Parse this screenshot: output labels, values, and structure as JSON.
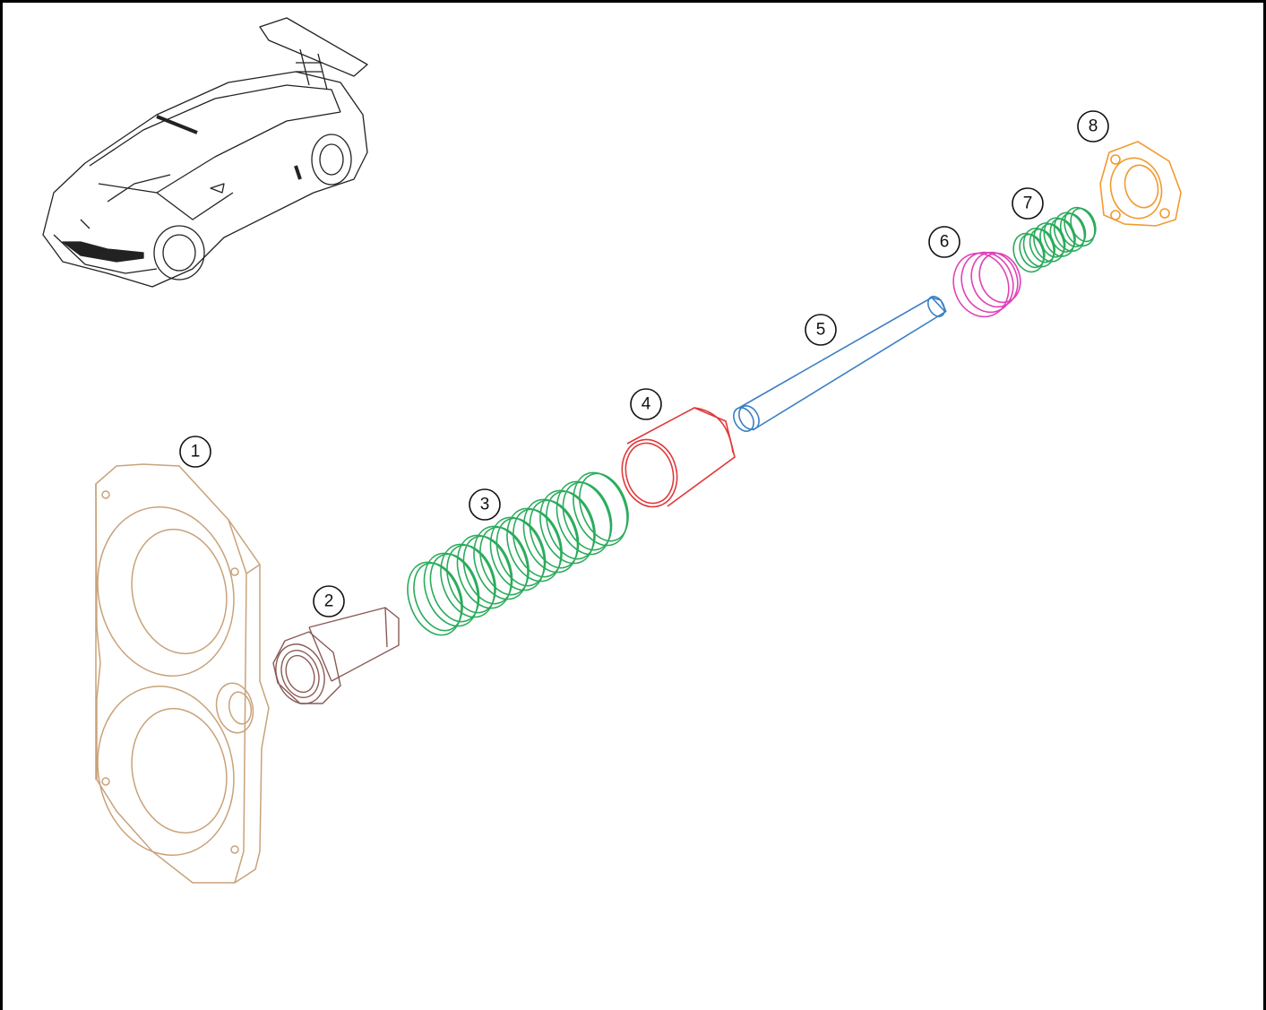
{
  "diagram": {
    "type": "exploded-parts-view",
    "callouts": [
      {
        "id": 1,
        "label": "1"
      },
      {
        "id": 2,
        "label": "2"
      },
      {
        "id": 3,
        "label": "3"
      },
      {
        "id": 4,
        "label": "4"
      },
      {
        "id": 5,
        "label": "5"
      },
      {
        "id": 6,
        "label": "6"
      },
      {
        "id": 7,
        "label": "7"
      },
      {
        "id": 8,
        "label": "8"
      }
    ],
    "parts": [
      {
        "id": 1,
        "kind": "housing-plate",
        "color": "#c9a27a"
      },
      {
        "id": 2,
        "kind": "threaded-bushing",
        "color": "#8a5a55"
      },
      {
        "id": 3,
        "kind": "large-spring",
        "color": "#2bab5c"
      },
      {
        "id": 4,
        "kind": "sleeve",
        "color": "#e0393a"
      },
      {
        "id": 5,
        "kind": "pin-shaft",
        "color": "#3a7fc4"
      },
      {
        "id": 6,
        "kind": "cap",
        "color": "#e043b8"
      },
      {
        "id": 7,
        "kind": "small-spring",
        "color": "#2bab5c"
      },
      {
        "id": 8,
        "kind": "flange",
        "color": "#f09a30"
      }
    ],
    "thumbnail": {
      "subject": "car-icon"
    }
  }
}
